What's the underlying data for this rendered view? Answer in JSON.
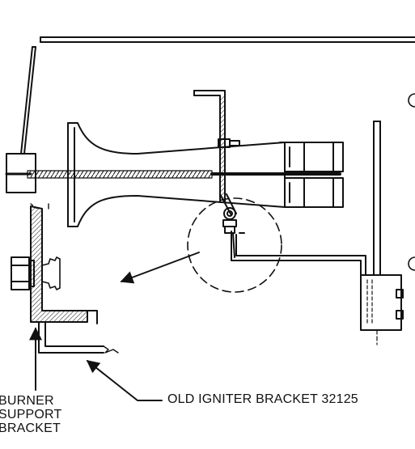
{
  "labels": {
    "burner_line1": "BURNER",
    "burner_line2": "SUPPORT",
    "burner_line3": "BRACKET",
    "igniter": "OLD IGNITER BRACKET 32125"
  },
  "colors": {
    "ink": "#111111",
    "paper": "#ffffff"
  }
}
